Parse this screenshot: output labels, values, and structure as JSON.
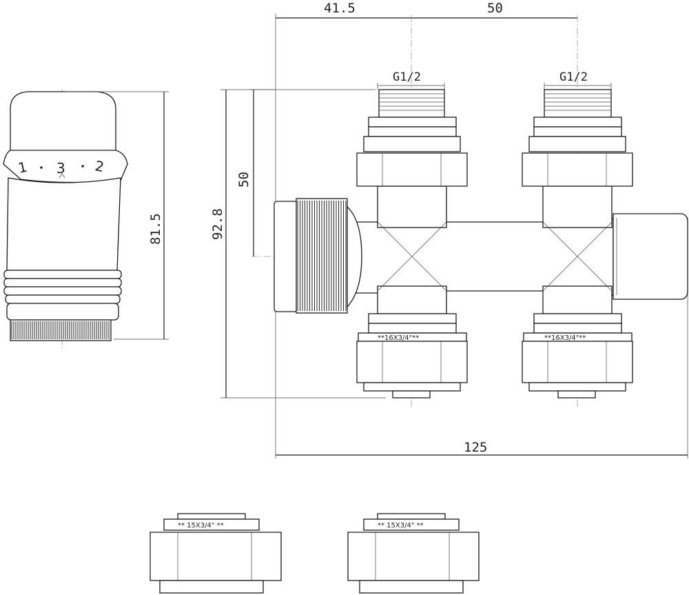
{
  "dimensions": {
    "top_left": "41.5",
    "top_right": "50",
    "left_head_height": "81.5",
    "overall_height": "92.8",
    "center_height": "50",
    "overall_width": "125"
  },
  "labels": {
    "thread_left": "G1/2",
    "thread_right": "G1/2",
    "nut_left_marking": "**16X3/4\"**",
    "nut_right_marking": "**16X3/4\"**",
    "loose_nut_left_marking": "** 15X3/4\" **",
    "loose_nut_right_marking": "** 15X3/4\" **"
  },
  "dial": {
    "left": "1",
    "center": "3",
    "right": "2"
  }
}
